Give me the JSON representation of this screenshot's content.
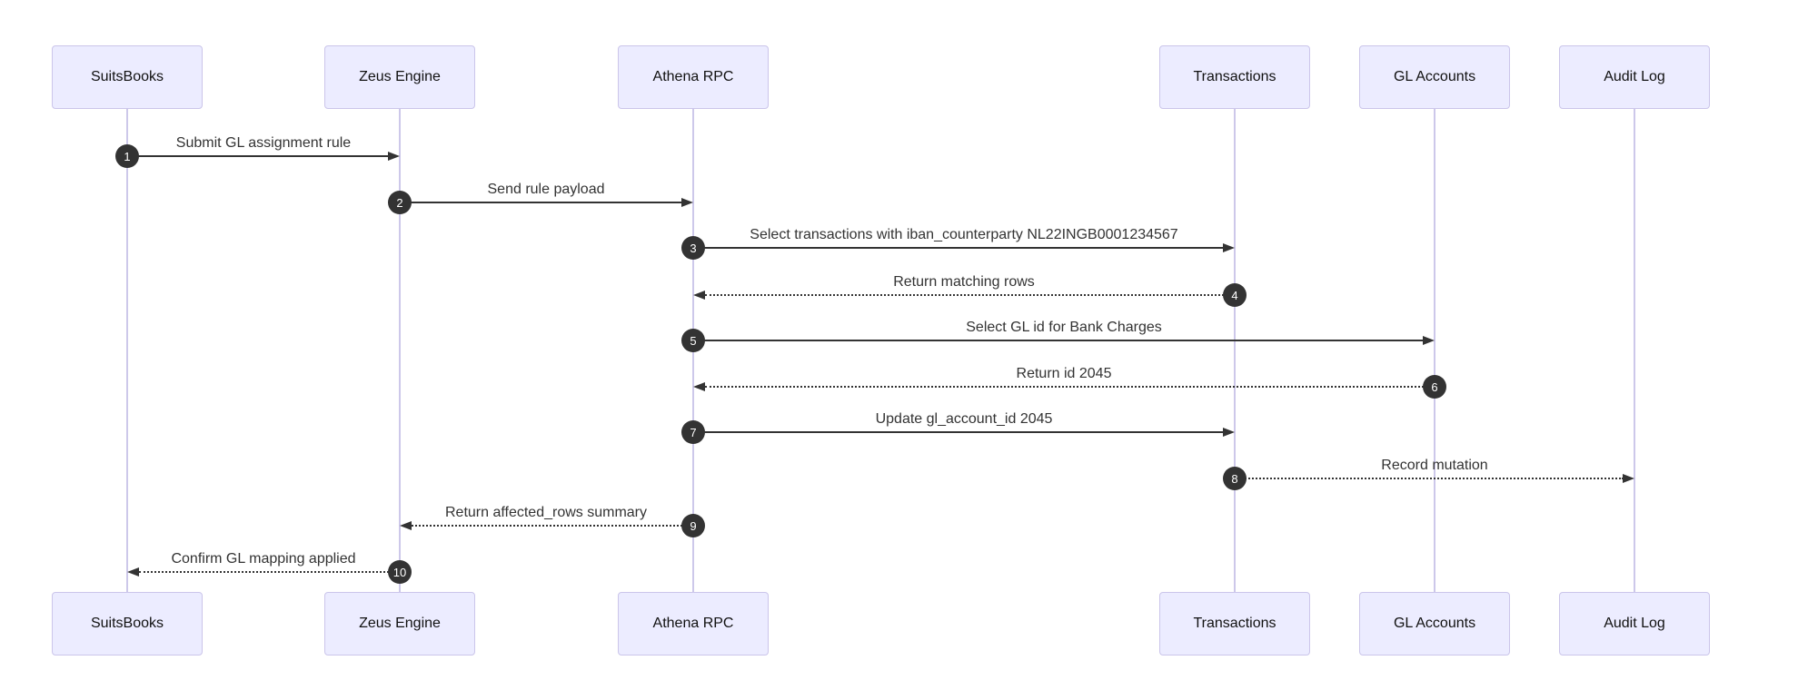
{
  "diagram": {
    "type": "sequence-diagram",
    "background_color": "#ffffff",
    "colors": {
      "actor_fill": "#ECECFF",
      "actor_border": "#CBC5EA",
      "lifeline": "#CDC8EA",
      "message_line": "#333333",
      "message_text": "#333333",
      "sequence_badge_bg": "#333333",
      "sequence_badge_text": "#ffffff"
    },
    "actors": [
      {
        "name": "SuitsBooks"
      },
      {
        "name": "Zeus Engine"
      },
      {
        "name": "Athena RPC"
      },
      {
        "name": "Transactions"
      },
      {
        "name": "GL Accounts"
      },
      {
        "name": "Audit Log"
      }
    ],
    "messages": [
      {
        "seq": "1",
        "from": "SuitsBooks",
        "to": "Zeus Engine",
        "style": "solid",
        "label": "Submit GL assignment rule"
      },
      {
        "seq": "2",
        "from": "Zeus Engine",
        "to": "Athena RPC",
        "style": "solid",
        "label": "Send rule payload"
      },
      {
        "seq": "3",
        "from": "Athena RPC",
        "to": "Transactions",
        "style": "solid",
        "label": "Select transactions with iban_counterparty NL22INGB0001234567"
      },
      {
        "seq": "4",
        "from": "Transactions",
        "to": "Athena RPC",
        "style": "dotted",
        "label": "Return matching rows"
      },
      {
        "seq": "5",
        "from": "Athena RPC",
        "to": "GL Accounts",
        "style": "solid",
        "label": "Select GL id for Bank Charges"
      },
      {
        "seq": "6",
        "from": "GL Accounts",
        "to": "Athena RPC",
        "style": "dotted",
        "label": "Return id 2045"
      },
      {
        "seq": "7",
        "from": "Athena RPC",
        "to": "Transactions",
        "style": "solid",
        "label": "Update gl_account_id 2045"
      },
      {
        "seq": "8",
        "from": "Transactions",
        "to": "Audit Log",
        "style": "dotted",
        "label": "Record mutation"
      },
      {
        "seq": "9",
        "from": "Athena RPC",
        "to": "Zeus Engine",
        "style": "dotted",
        "label": "Return affected_rows summary"
      },
      {
        "seq": "10",
        "from": "Zeus Engine",
        "to": "SuitsBooks",
        "style": "dotted",
        "label": "Confirm GL mapping applied"
      }
    ]
  }
}
